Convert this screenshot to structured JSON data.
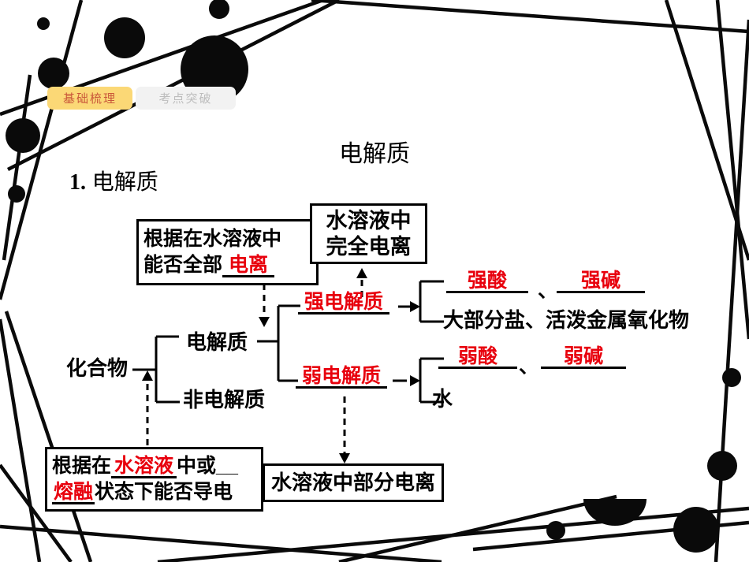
{
  "tabs": [
    {
      "label": "基础梳理",
      "active": true
    },
    {
      "label": "考点突破",
      "active": false
    }
  ],
  "title": "电解质",
  "heading": {
    "number": "1.",
    "text": "电解质"
  },
  "diagram": {
    "box_full_ionization": {
      "line1": "根据在水溶液中",
      "line2_prefix": "能否全部",
      "line2_blank": "电离"
    },
    "box_complete": {
      "line1": "水溶液中",
      "line2": "完全电离"
    },
    "root": "化合物",
    "electrolyte": "电解质",
    "non_electrolyte": "非电解质",
    "strong_electrolyte": "强电解质",
    "weak_electrolyte": "弱电解质",
    "strong_acid": "强酸",
    "strong_base": "强碱",
    "caesura": "、",
    "strong_examples": "大部分盐、活泼金属氧化物",
    "weak_acid": "弱酸",
    "weak_base": "弱碱",
    "water": "水",
    "box_conduct": {
      "l1a": "根据在",
      "l1_blank": "水溶液",
      "l1b": "中或",
      "l1_tail": "__",
      "l2_blank": "熔融",
      "l2b": "状态下能否导电"
    },
    "box_partial": "水溶液中部分电离"
  },
  "colors": {
    "highlight_red": "#e8000d",
    "diagram_ink": "#000000",
    "tab_active_bg": "#fbd876",
    "tab_active_text": "#c9573a",
    "tab_inactive_bg": "#f2f2f2",
    "tab_inactive_text": "#bdbdbd"
  }
}
